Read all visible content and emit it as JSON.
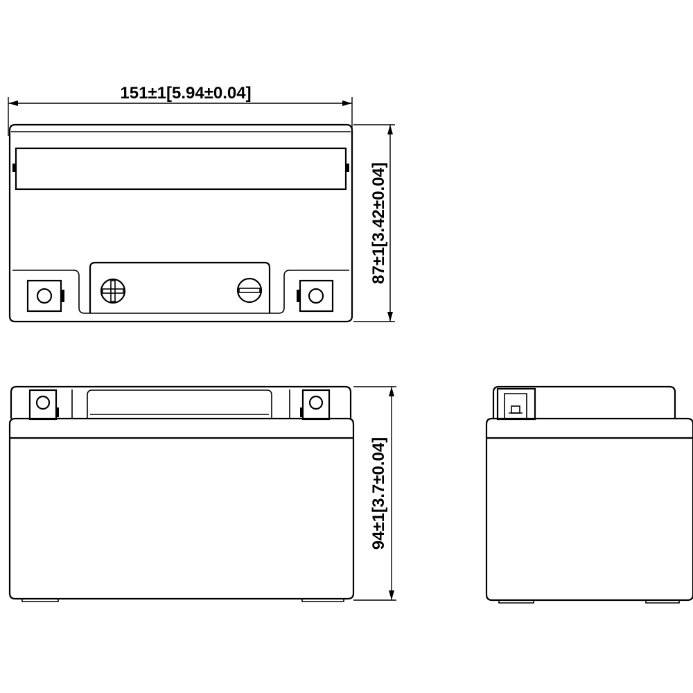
{
  "dimensions": {
    "width": "151±1[5.94±0.04]",
    "top_view_height": "87±1[3.42±0.04]",
    "front_view_height": "94±1[3.7±0.04]"
  },
  "colors": {
    "line": "#000000",
    "background": "#ffffff"
  }
}
